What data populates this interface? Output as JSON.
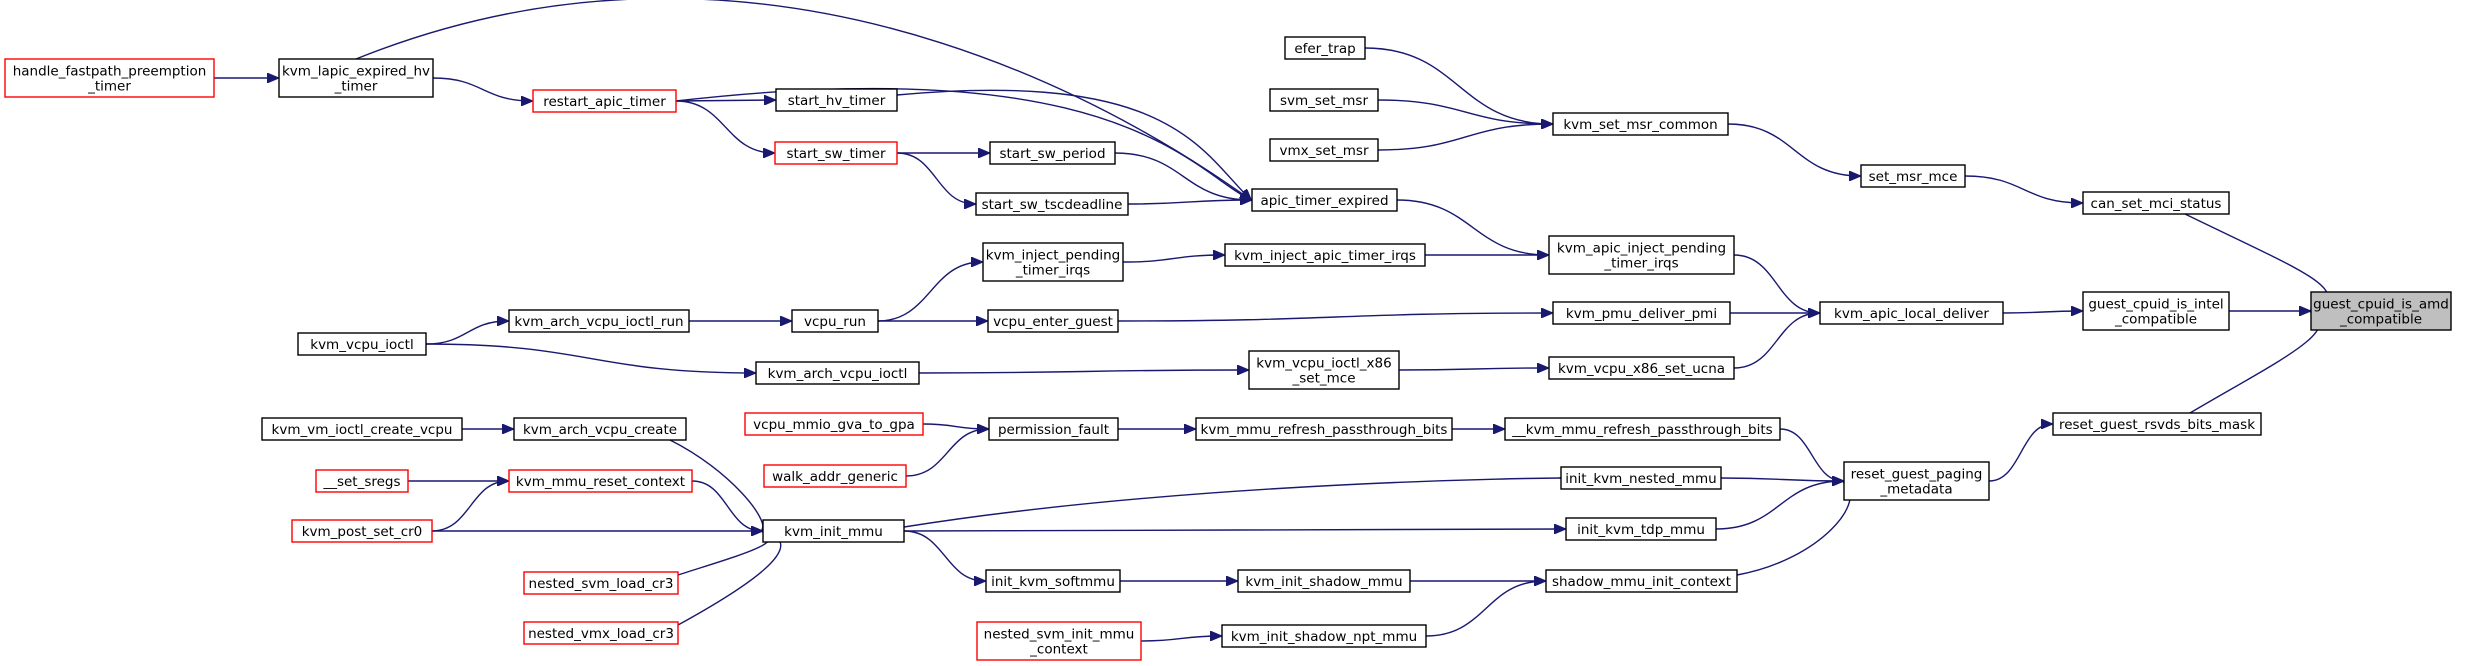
{
  "graph": {
    "root": "guest_cpuid_is_amd_compatible",
    "colors": {
      "edge": "#191970",
      "node_border": "#000000",
      "node_border_truncated": "#ff0000",
      "root_fill": "#bfbfbf"
    },
    "nodes": [
      {
        "id": "guest_cpuid_is_amd",
        "lines": [
          "guest_cpuid_is_amd",
          "_compatible"
        ],
        "style": "root"
      },
      {
        "id": "can_set_mci_status",
        "lines": [
          "can_set_mci_status"
        ],
        "style": "normal"
      },
      {
        "id": "guest_cpuid_is_intel",
        "lines": [
          "guest_cpuid_is_intel",
          "_compatible"
        ],
        "style": "normal"
      },
      {
        "id": "reset_guest_rsvds",
        "lines": [
          "reset_guest_rsvds_bits_mask"
        ],
        "style": "normal"
      },
      {
        "id": "set_msr_mce",
        "lines": [
          "set_msr_mce"
        ],
        "style": "normal"
      },
      {
        "id": "kvm_apic_local_deliver",
        "lines": [
          "kvm_apic_local_deliver"
        ],
        "style": "normal"
      },
      {
        "id": "reset_guest_paging",
        "lines": [
          "reset_guest_paging",
          "_metadata"
        ],
        "style": "normal"
      },
      {
        "id": "kvm_set_msr_common",
        "lines": [
          "kvm_set_msr_common"
        ],
        "style": "normal"
      },
      {
        "id": "efer_trap",
        "lines": [
          "efer_trap"
        ],
        "style": "normal"
      },
      {
        "id": "svm_set_msr",
        "lines": [
          "svm_set_msr"
        ],
        "style": "normal"
      },
      {
        "id": "vmx_set_msr",
        "lines": [
          "vmx_set_msr"
        ],
        "style": "normal"
      },
      {
        "id": "kvm_apic_inject_pending",
        "lines": [
          "kvm_apic_inject_pending",
          "_timer_irqs"
        ],
        "style": "normal"
      },
      {
        "id": "kvm_pmu_deliver_pmi",
        "lines": [
          "kvm_pmu_deliver_pmi"
        ],
        "style": "normal"
      },
      {
        "id": "kvm_vcpu_x86_set_ucna",
        "lines": [
          "kvm_vcpu_x86_set_ucna"
        ],
        "style": "normal"
      },
      {
        "id": "mmu_refresh_passthrough_bits_inner",
        "lines": [
          "__kvm_mmu_refresh_passthrough_bits"
        ],
        "style": "normal"
      },
      {
        "id": "init_kvm_nested_mmu",
        "lines": [
          "init_kvm_nested_mmu"
        ],
        "style": "normal"
      },
      {
        "id": "init_kvm_tdp_mmu",
        "lines": [
          "init_kvm_tdp_mmu"
        ],
        "style": "normal"
      },
      {
        "id": "shadow_mmu_init_context",
        "lines": [
          "shadow_mmu_init_context"
        ],
        "style": "normal"
      },
      {
        "id": "apic_timer_expired",
        "lines": [
          "apic_timer_expired"
        ],
        "style": "normal"
      },
      {
        "id": "kvm_inject_apic_timer_irqs",
        "lines": [
          "kvm_inject_apic_timer_irqs"
        ],
        "style": "normal"
      },
      {
        "id": "kvm_vcpu_ioctl_x86_set_mce",
        "lines": [
          "kvm_vcpu_ioctl_x86",
          "_set_mce"
        ],
        "style": "normal"
      },
      {
        "id": "kvm_mmu_refresh_passthrough_bits",
        "lines": [
          "kvm_mmu_refresh_passthrough_bits"
        ],
        "style": "normal"
      },
      {
        "id": "kvm_init_shadow_mmu",
        "lines": [
          "kvm_init_shadow_mmu"
        ],
        "style": "normal"
      },
      {
        "id": "kvm_init_shadow_npt_mmu",
        "lines": [
          "kvm_init_shadow_npt_mmu"
        ],
        "style": "normal"
      },
      {
        "id": "start_hv_timer",
        "lines": [
          "start_hv_timer"
        ],
        "style": "normal"
      },
      {
        "id": "start_sw_period",
        "lines": [
          "start_sw_period"
        ],
        "style": "normal"
      },
      {
        "id": "start_sw_tscdeadline",
        "lines": [
          "start_sw_tscdeadline"
        ],
        "style": "normal"
      },
      {
        "id": "kvm_inject_pending_timer_irqs",
        "lines": [
          "kvm_inject_pending",
          "_timer_irqs"
        ],
        "style": "normal"
      },
      {
        "id": "vcpu_enter_guest",
        "lines": [
          "vcpu_enter_guest"
        ],
        "style": "normal"
      },
      {
        "id": "permission_fault",
        "lines": [
          "permission_fault"
        ],
        "style": "normal"
      },
      {
        "id": "init_kvm_softmmu",
        "lines": [
          "init_kvm_softmmu"
        ],
        "style": "normal"
      },
      {
        "id": "nested_svm_init_mmu_context",
        "lines": [
          "nested_svm_init_mmu",
          "_context"
        ],
        "style": "red"
      },
      {
        "id": "restart_apic_timer",
        "lines": [
          "restart_apic_timer"
        ],
        "style": "red"
      },
      {
        "id": "start_sw_timer",
        "lines": [
          "start_sw_timer"
        ],
        "style": "red"
      },
      {
        "id": "vcpu_run",
        "lines": [
          "vcpu_run"
        ],
        "style": "normal"
      },
      {
        "id": "kvm_arch_vcpu_ioctl",
        "lines": [
          "kvm_arch_vcpu_ioctl"
        ],
        "style": "normal"
      },
      {
        "id": "vcpu_mmio_gva_to_gpa",
        "lines": [
          "vcpu_mmio_gva_to_gpa"
        ],
        "style": "red"
      },
      {
        "id": "walk_addr_generic",
        "lines": [
          "walk_addr_generic"
        ],
        "style": "red"
      },
      {
        "id": "kvm_init_mmu",
        "lines": [
          "kvm_init_mmu"
        ],
        "style": "normal"
      },
      {
        "id": "kvm_lapic_expired_hv_timer",
        "lines": [
          "kvm_lapic_expired_hv",
          "_timer"
        ],
        "style": "normal"
      },
      {
        "id": "kvm_arch_vcpu_ioctl_run",
        "lines": [
          "kvm_arch_vcpu_ioctl_run"
        ],
        "style": "normal"
      },
      {
        "id": "kvm_arch_vcpu_create",
        "lines": [
          "kvm_arch_vcpu_create"
        ],
        "style": "normal"
      },
      {
        "id": "kvm_mmu_reset_context",
        "lines": [
          "kvm_mmu_reset_context"
        ],
        "style": "red"
      },
      {
        "id": "nested_svm_load_cr3",
        "lines": [
          "nested_svm_load_cr3"
        ],
        "style": "red"
      },
      {
        "id": "nested_vmx_load_cr3",
        "lines": [
          "nested_vmx_load_cr3"
        ],
        "style": "red"
      },
      {
        "id": "handle_fastpath_preemption_timer",
        "lines": [
          "handle_fastpath_preemption",
          "_timer"
        ],
        "style": "red"
      },
      {
        "id": "kvm_vcpu_ioctl",
        "lines": [
          "kvm_vcpu_ioctl"
        ],
        "style": "normal"
      },
      {
        "id": "kvm_vm_ioctl_create_vcpu",
        "lines": [
          "kvm_vm_ioctl_create_vcpu"
        ],
        "style": "normal"
      },
      {
        "id": "set_sregs",
        "lines": [
          "__set_sregs"
        ],
        "style": "red"
      },
      {
        "id": "kvm_post_set_cr0",
        "lines": [
          "kvm_post_set_cr0"
        ],
        "style": "red"
      }
    ],
    "edges": [
      {
        "from": "can_set_mci_status",
        "to": "guest_cpuid_is_amd"
      },
      {
        "from": "guest_cpuid_is_intel",
        "to": "guest_cpuid_is_amd"
      },
      {
        "from": "reset_guest_rsvds",
        "to": "guest_cpuid_is_amd"
      },
      {
        "from": "set_msr_mce",
        "to": "can_set_mci_status"
      },
      {
        "from": "kvm_apic_local_deliver",
        "to": "guest_cpuid_is_intel"
      },
      {
        "from": "reset_guest_paging",
        "to": "reset_guest_rsvds"
      },
      {
        "from": "kvm_set_msr_common",
        "to": "set_msr_mce"
      },
      {
        "from": "efer_trap",
        "to": "kvm_set_msr_common"
      },
      {
        "from": "svm_set_msr",
        "to": "kvm_set_msr_common"
      },
      {
        "from": "vmx_set_msr",
        "to": "kvm_set_msr_common"
      },
      {
        "from": "kvm_apic_inject_pending",
        "to": "kvm_apic_local_deliver"
      },
      {
        "from": "kvm_pmu_deliver_pmi",
        "to": "kvm_apic_local_deliver"
      },
      {
        "from": "kvm_vcpu_x86_set_ucna",
        "to": "kvm_apic_local_deliver"
      },
      {
        "from": "mmu_refresh_passthrough_bits_inner",
        "to": "reset_guest_paging"
      },
      {
        "from": "init_kvm_nested_mmu",
        "to": "reset_guest_paging"
      },
      {
        "from": "init_kvm_tdp_mmu",
        "to": "reset_guest_paging"
      },
      {
        "from": "shadow_mmu_init_context",
        "to": "reset_guest_paging"
      },
      {
        "from": "apic_timer_expired",
        "to": "kvm_apic_inject_pending"
      },
      {
        "from": "kvm_inject_apic_timer_irqs",
        "to": "kvm_apic_inject_pending"
      },
      {
        "from": "vcpu_enter_guest",
        "to": "kvm_pmu_deliver_pmi"
      },
      {
        "from": "kvm_vcpu_ioctl_x86_set_mce",
        "to": "kvm_vcpu_x86_set_ucna"
      },
      {
        "from": "kvm_mmu_refresh_passthrough_bits",
        "to": "mmu_refresh_passthrough_bits_inner"
      },
      {
        "from": "kvm_init_mmu",
        "to": "init_kvm_nested_mmu"
      },
      {
        "from": "kvm_init_mmu",
        "to": "init_kvm_tdp_mmu"
      },
      {
        "from": "kvm_init_shadow_mmu",
        "to": "shadow_mmu_init_context"
      },
      {
        "from": "kvm_init_shadow_npt_mmu",
        "to": "shadow_mmu_init_context"
      },
      {
        "from": "kvm_lapic_expired_hv_timer",
        "to": "apic_timer_expired"
      },
      {
        "from": "start_hv_timer",
        "to": "apic_timer_expired"
      },
      {
        "from": "start_sw_period",
        "to": "apic_timer_expired"
      },
      {
        "from": "start_sw_tscdeadline",
        "to": "apic_timer_expired"
      },
      {
        "from": "restart_apic_timer",
        "to": "apic_timer_expired"
      },
      {
        "from": "kvm_inject_pending_timer_irqs",
        "to": "kvm_inject_apic_timer_irqs"
      },
      {
        "from": "kvm_arch_vcpu_ioctl",
        "to": "kvm_vcpu_ioctl_x86_set_mce"
      },
      {
        "from": "permission_fault",
        "to": "kvm_mmu_refresh_passthrough_bits"
      },
      {
        "from": "init_kvm_softmmu",
        "to": "kvm_init_shadow_mmu"
      },
      {
        "from": "nested_svm_init_mmu_context",
        "to": "kvm_init_shadow_npt_mmu"
      },
      {
        "from": "restart_apic_timer",
        "to": "start_hv_timer"
      },
      {
        "from": "restart_apic_timer",
        "to": "start_sw_timer"
      },
      {
        "from": "start_sw_timer",
        "to": "start_sw_period"
      },
      {
        "from": "start_sw_timer",
        "to": "start_sw_tscdeadline"
      },
      {
        "from": "vcpu_run",
        "to": "kvm_inject_pending_timer_irqs"
      },
      {
        "from": "vcpu_run",
        "to": "vcpu_enter_guest"
      },
      {
        "from": "vcpu_mmio_gva_to_gpa",
        "to": "permission_fault"
      },
      {
        "from": "walk_addr_generic",
        "to": "permission_fault"
      },
      {
        "from": "kvm_init_mmu",
        "to": "init_kvm_softmmu"
      },
      {
        "from": "kvm_lapic_expired_hv_timer",
        "to": "restart_apic_timer"
      },
      {
        "from": "kvm_arch_vcpu_ioctl_run",
        "to": "vcpu_run"
      },
      {
        "from": "kvm_vcpu_ioctl",
        "to": "kvm_arch_vcpu_ioctl"
      },
      {
        "from": "kvm_arch_vcpu_create",
        "to": "kvm_init_mmu"
      },
      {
        "from": "kvm_mmu_reset_context",
        "to": "kvm_init_mmu"
      },
      {
        "from": "kvm_post_set_cr0",
        "to": "kvm_init_mmu"
      },
      {
        "from": "nested_svm_load_cr3",
        "to": "kvm_init_mmu"
      },
      {
        "from": "nested_vmx_load_cr3",
        "to": "kvm_init_mmu"
      },
      {
        "from": "handle_fastpath_preemption_timer",
        "to": "kvm_lapic_expired_hv_timer"
      },
      {
        "from": "kvm_vcpu_ioctl",
        "to": "kvm_arch_vcpu_ioctl_run"
      },
      {
        "from": "kvm_vm_ioctl_create_vcpu",
        "to": "kvm_arch_vcpu_create"
      },
      {
        "from": "set_sregs",
        "to": "kvm_mmu_reset_context"
      },
      {
        "from": "kvm_post_set_cr0",
        "to": "kvm_mmu_reset_context"
      }
    ]
  }
}
